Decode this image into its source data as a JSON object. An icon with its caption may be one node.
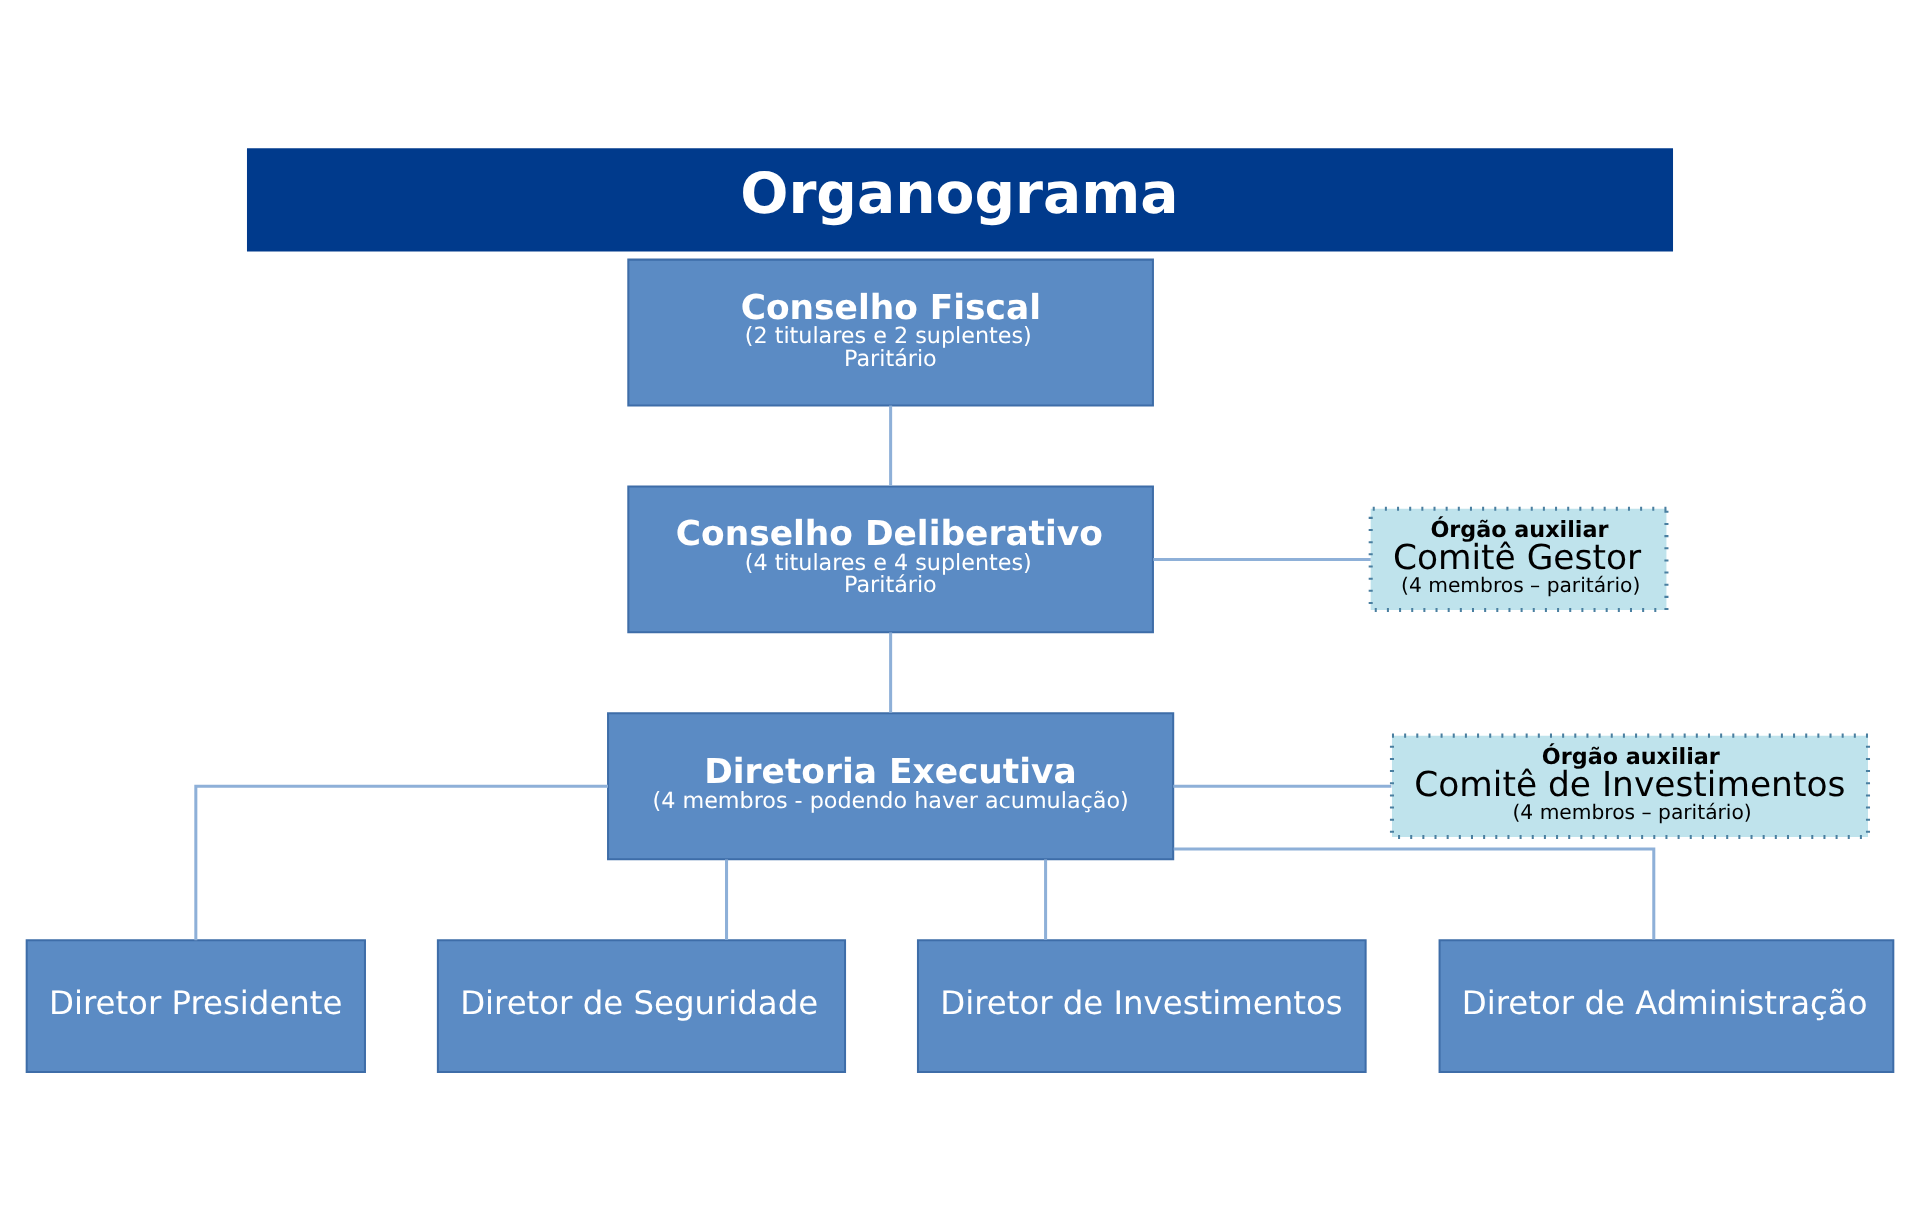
{
  "diagram": {
    "title": "Organograma",
    "nodes": [
      {
        "text": [
          "Conselho Deliberativo",
          "(4 titulares e 4 suplentes)",
          "Paritário"
        ]
      },
      {
        "text": [
          "Órgão auxiliar",
          "Comitê Gestor",
          "(4 membros – paritário)"
        ]
      },
      {
        "text": [
          "Conselho Fiscal",
          "(2 titulares e 2 suplentes)",
          "Paritário"
        ]
      },
      {
        "text": [
          "Diretoria Executiva",
          "(4 membros - podendo haver acumulação)"
        ]
      },
      {
        "text": [
          "Órgão auxiliar",
          "Comitê de Investimentos",
          "(4 membros – paritário)"
        ]
      },
      {
        "text": [
          "Diretor Presidente"
        ]
      },
      {
        "text": [
          "Diretor de Seguridade"
        ]
      },
      {
        "text": [
          "Diretor de Investimentos"
        ]
      },
      {
        "text": [
          "Diretor de Administração"
        ]
      }
    ],
    "edges": [
      {
        "from": 0,
        "to": 1,
        "arrow": "none"
      },
      {
        "from": 0,
        "to": 3,
        "arrow": "none"
      },
      {
        "from": 2,
        "to": 0,
        "arrow": "none"
      },
      {
        "from": 3,
        "to": 4,
        "arrow": "none"
      },
      {
        "from": 3,
        "to": 5,
        "arrow": "none"
      },
      {
        "from": 3,
        "to": 6,
        "arrow": "none"
      },
      {
        "from": 3,
        "to": 7,
        "arrow": "none"
      },
      {
        "from": 3,
        "to": 8,
        "arrow": "none"
      }
    ]
  }
}
